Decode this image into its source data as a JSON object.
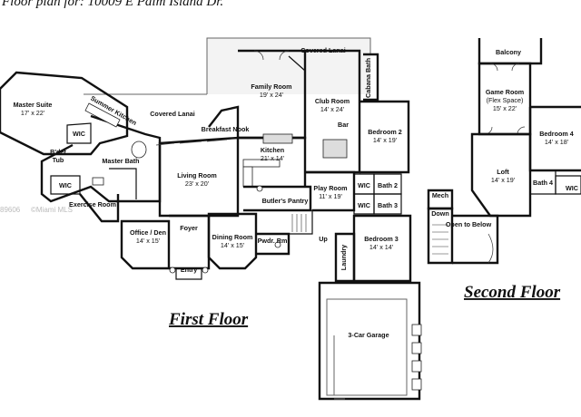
{
  "header_text": "Floor plan for: 10009 E Palm Island Dr.",
  "watermark": "©Miami MLS",
  "watermark_prefix": "89606",
  "floors": {
    "first": {
      "title": "First Floor",
      "rooms": [
        {
          "id": "master_suite",
          "name": "Master Suite",
          "dims": "17' x 22'"
        },
        {
          "id": "summer_kitchen",
          "name": "Summer Kitchen",
          "dims": ""
        },
        {
          "id": "covered_lanai_left",
          "name": "Covered Lanai",
          "dims": ""
        },
        {
          "id": "wic_1",
          "name": "WIC",
          "dims": ""
        },
        {
          "id": "master_bath",
          "name": "Master Bath",
          "dims": ""
        },
        {
          "id": "bidet",
          "name": "B'det",
          "dims": ""
        },
        {
          "id": "tub",
          "name": "Tub",
          "dims": ""
        },
        {
          "id": "wic_2",
          "name": "WIC",
          "dims": ""
        },
        {
          "id": "exercise_room",
          "name": "Exercise Room",
          "dims": ""
        },
        {
          "id": "family_room",
          "name": "Family Room",
          "dims": "19' x 24'"
        },
        {
          "id": "breakfast_nook",
          "name": "Breakfast Nook",
          "dims": ""
        },
        {
          "id": "kitchen",
          "name": "Kitchen",
          "dims": "21' x 14'"
        },
        {
          "id": "living_room",
          "name": "Living Room",
          "dims": "23' x 20'"
        },
        {
          "id": "butlers_pantry",
          "name": "Butler's Pantry",
          "dims": ""
        },
        {
          "id": "office_den",
          "name": "Office / Den",
          "dims": "14' x 15'"
        },
        {
          "id": "foyer",
          "name": "Foyer",
          "dims": ""
        },
        {
          "id": "entry",
          "name": "Entry",
          "dims": ""
        },
        {
          "id": "dining_room",
          "name": "Dining Room",
          "dims": "14' x 15'"
        },
        {
          "id": "powder_room",
          "name": "Pwdr. Rm",
          "dims": ""
        },
        {
          "id": "up",
          "name": "Up",
          "dims": ""
        },
        {
          "id": "covered_lanai_top",
          "name": "Covered Lanai",
          "dims": ""
        },
        {
          "id": "cabana_bath",
          "name": "Cabana Bath",
          "dims": ""
        },
        {
          "id": "club_room",
          "name": "Club Room",
          "dims": "14' x 24'"
        },
        {
          "id": "bar",
          "name": "Bar",
          "dims": ""
        },
        {
          "id": "bedroom_2",
          "name": "Bedroom 2",
          "dims": "14' x 19'"
        },
        {
          "id": "play_room",
          "name": "Play Room",
          "dims": "11' x 19'"
        },
        {
          "id": "wic_3",
          "name": "WIC",
          "dims": ""
        },
        {
          "id": "bath_2",
          "name": "Bath 2",
          "dims": ""
        },
        {
          "id": "wic_4",
          "name": "WIC",
          "dims": ""
        },
        {
          "id": "bath_3",
          "name": "Bath 3",
          "dims": ""
        },
        {
          "id": "bedroom_3",
          "name": "Bedroom 3",
          "dims": "14' x 14'"
        },
        {
          "id": "laundry",
          "name": "Laundry",
          "dims": ""
        },
        {
          "id": "garage",
          "name": "3-Car Garage",
          "dims": ""
        }
      ]
    },
    "second": {
      "title": "Second Floor",
      "rooms": [
        {
          "id": "balcony",
          "name": "Balcony",
          "dims": ""
        },
        {
          "id": "game_room",
          "name": "Game Room",
          "sub": "(Flex Space)",
          "dims": "15' x 22'"
        },
        {
          "id": "bedroom_4",
          "name": "Bedroom 4",
          "dims": "14' x 18'"
        },
        {
          "id": "loft",
          "name": "Loft",
          "dims": "14' x 19'"
        },
        {
          "id": "bath_4",
          "name": "Bath 4",
          "dims": ""
        },
        {
          "id": "wic_5",
          "name": "WIC",
          "dims": ""
        },
        {
          "id": "mech",
          "name": "Mech",
          "dims": ""
        },
        {
          "id": "down",
          "name": "Down",
          "dims": ""
        },
        {
          "id": "open_below",
          "name": "Open to Below",
          "dims": ""
        }
      ]
    }
  }
}
